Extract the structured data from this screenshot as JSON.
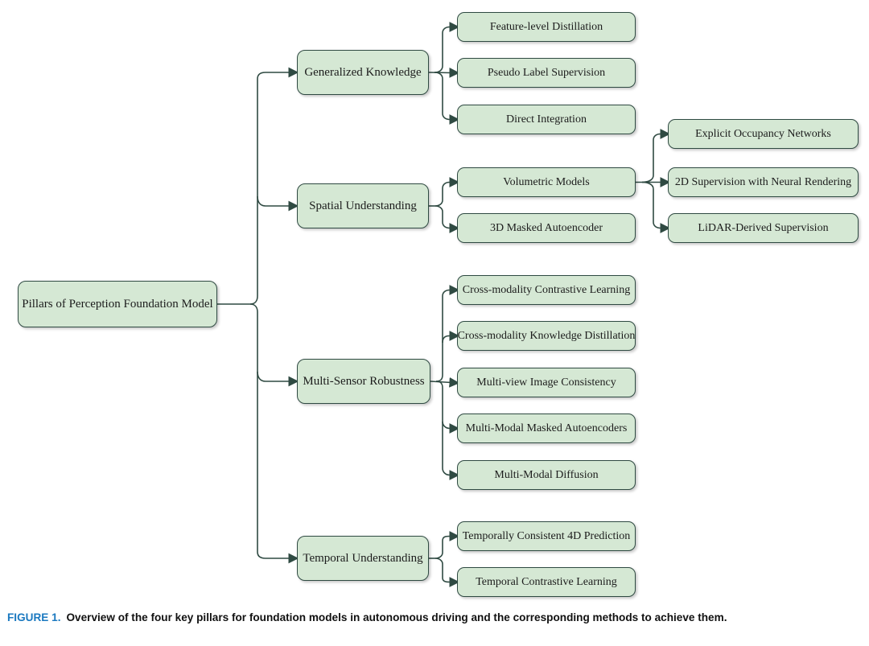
{
  "nodes": {
    "root": "Pillars of Perception Foundation Model",
    "generalized_knowledge": "Generalized Knowledge",
    "feature_level_distillation": "Feature-level Distillation",
    "pseudo_label_supervision": "Pseudo Label Supervision",
    "direct_integration": "Direct Integration",
    "spatial_understanding": "Spatial Understanding",
    "volumetric_models": "Volumetric Models",
    "masked_autoencoder_3d": "3D Masked Autoencoder",
    "explicit_occupancy_networks": "Explicit Occupancy Networks",
    "supervision_2d_neural_rendering": "2D Supervision with Neural Rendering",
    "lidar_derived_supervision": "LiDAR-Derived Supervision",
    "multi_sensor_robustness": "Multi-Sensor Robustness",
    "cross_modality_contrastive_learning": "Cross-modality Contrastive Learning",
    "cross_modality_knowledge_distillation": "Cross-modality Knowledge Distillation",
    "multi_view_image_consistency": "Multi-view Image Consistency",
    "multi_modal_masked_autoencoders": "Multi-Modal Masked Autoencoders",
    "multi_modal_diffusion": "Multi-Modal Diffusion",
    "temporal_understanding": "Temporal Understanding",
    "temporally_consistent_4d_prediction": "Temporally Consistent 4D Prediction",
    "temporal_contrastive_learning": "Temporal Contrastive Learning"
  },
  "hierarchy": {
    "root": "Pillars of Perception Foundation Model",
    "pillars": [
      {
        "label": "Generalized Knowledge",
        "methods": [
          "Feature-level Distillation",
          "Pseudo Label Supervision",
          "Direct Integration"
        ]
      },
      {
        "label": "Spatial Understanding",
        "methods": [
          "Volumetric Models",
          "3D Masked Autoencoder"
        ],
        "volumetric_models_methods": [
          "Explicit Occupancy Networks",
          "2D Supervision with Neural Rendering",
          "LiDAR-Derived Supervision"
        ]
      },
      {
        "label": "Multi-Sensor Robustness",
        "methods": [
          "Cross-modality Contrastive Learning",
          "Cross-modality Knowledge Distillation",
          "Multi-view Image Consistency",
          "Multi-Modal Masked Autoencoders",
          "Multi-Modal Diffusion"
        ]
      },
      {
        "label": "Temporal Understanding",
        "methods": [
          "Temporally Consistent 4D Prediction",
          "Temporal Contrastive Learning"
        ]
      }
    ]
  },
  "caption": {
    "figure_label": "FIGURE 1.",
    "text": "Overview of the four key pillars for foundation models in autonomous driving and the corresponding methods to achieve them."
  },
  "colors": {
    "node_fill": "#d5e8d4",
    "node_border": "#2f4a42",
    "connector": "#2f4a42",
    "figure_label_blue": "#1b79c0"
  }
}
